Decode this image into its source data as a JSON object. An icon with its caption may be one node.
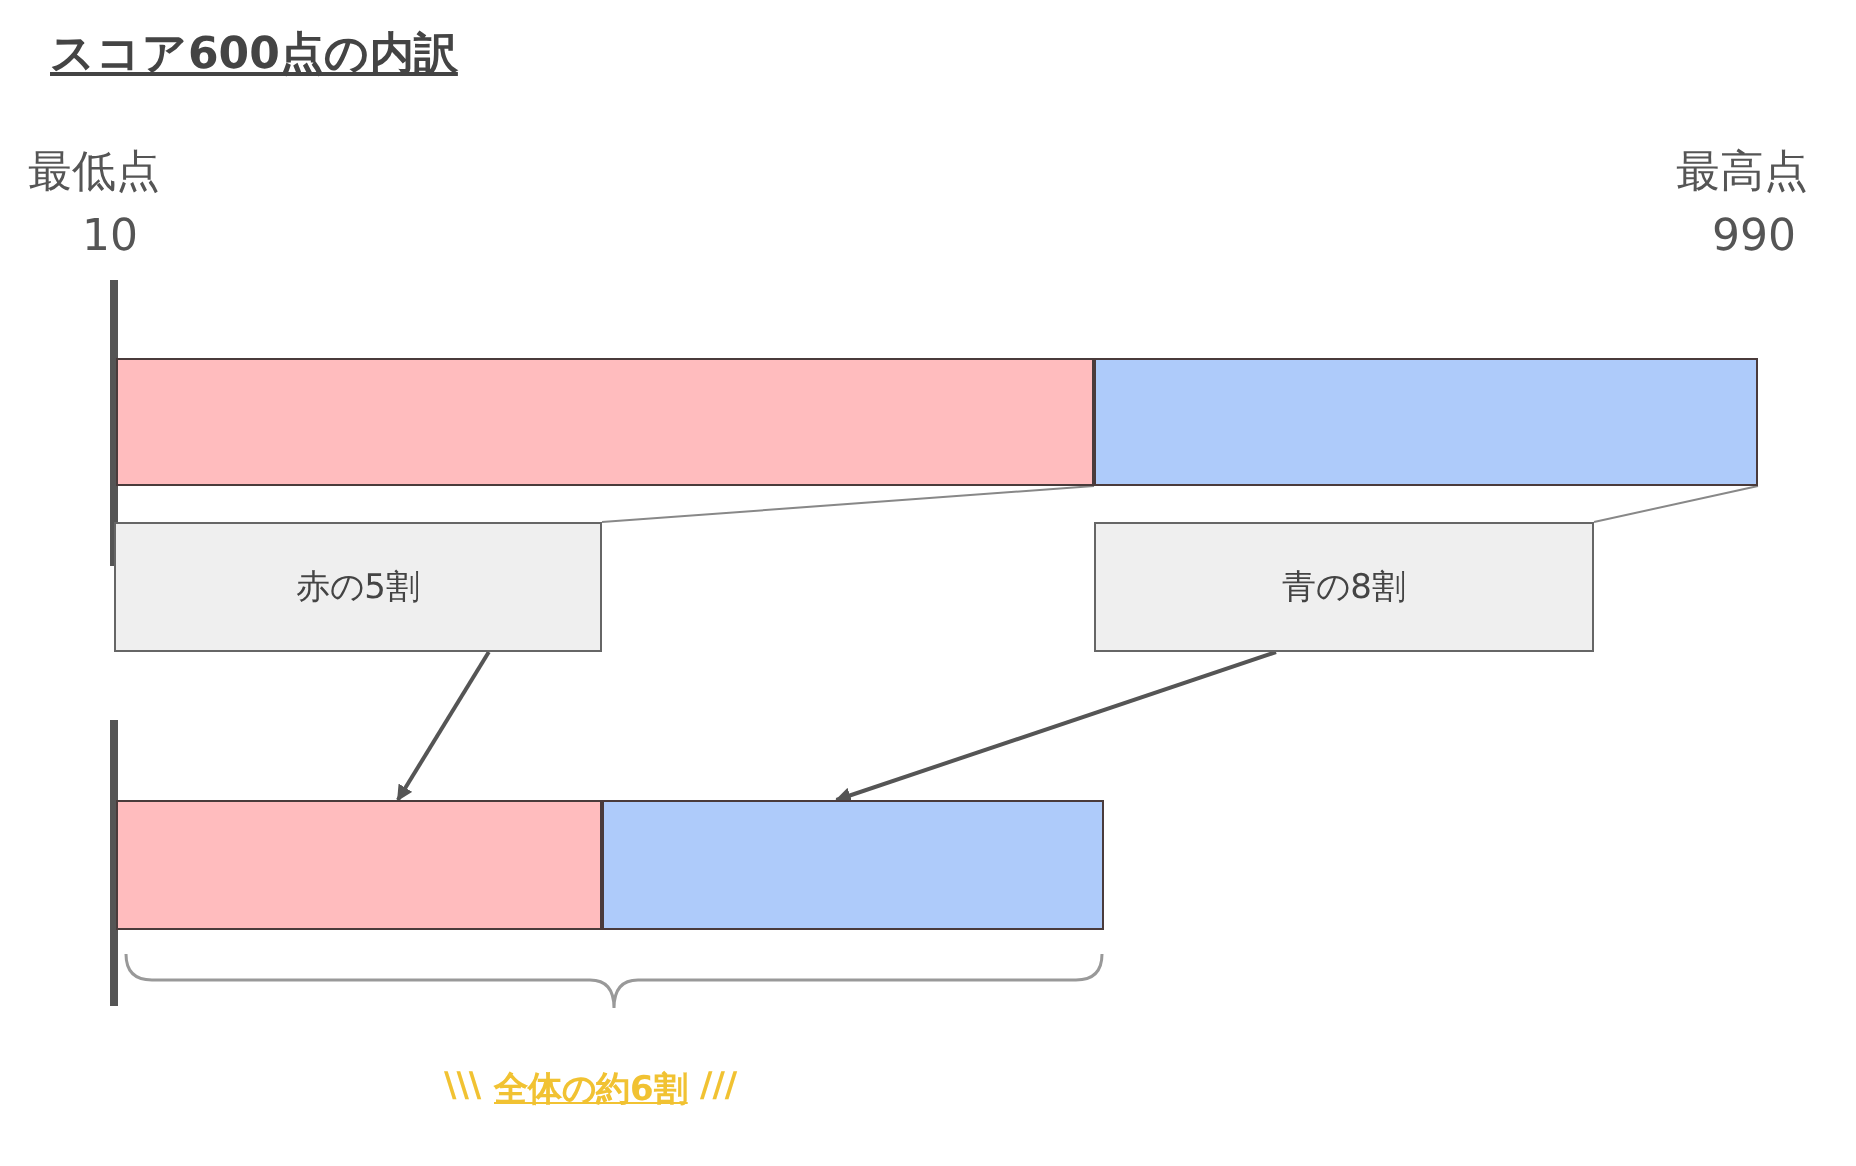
{
  "diagram": {
    "title": "スコア600点の内訳",
    "nodes": [
      {
        "text": [],
        "shape": "bar"
      },
      {
        "text": [],
        "shape": "bar"
      },
      {
        "text": [
          "赤の5割"
        ]
      },
      {
        "text": [
          "青の8割"
        ]
      },
      {
        "text": [],
        "shape": "bar"
      },
      {
        "text": [],
        "shape": "bar"
      }
    ],
    "edges": [
      {
        "from": 0,
        "to": 2,
        "arrow": "none"
      },
      {
        "from": 1,
        "to": 3,
        "arrow": "none"
      },
      {
        "from": 2,
        "to": 4,
        "arrow": "to"
      },
      {
        "from": 3,
        "to": 5,
        "arrow": "to"
      }
    ],
    "labels": [
      "最低点",
      "10",
      "最高点",
      "990",
      "\\\\\\",
      "全体の約6割",
      "///"
    ]
  }
}
